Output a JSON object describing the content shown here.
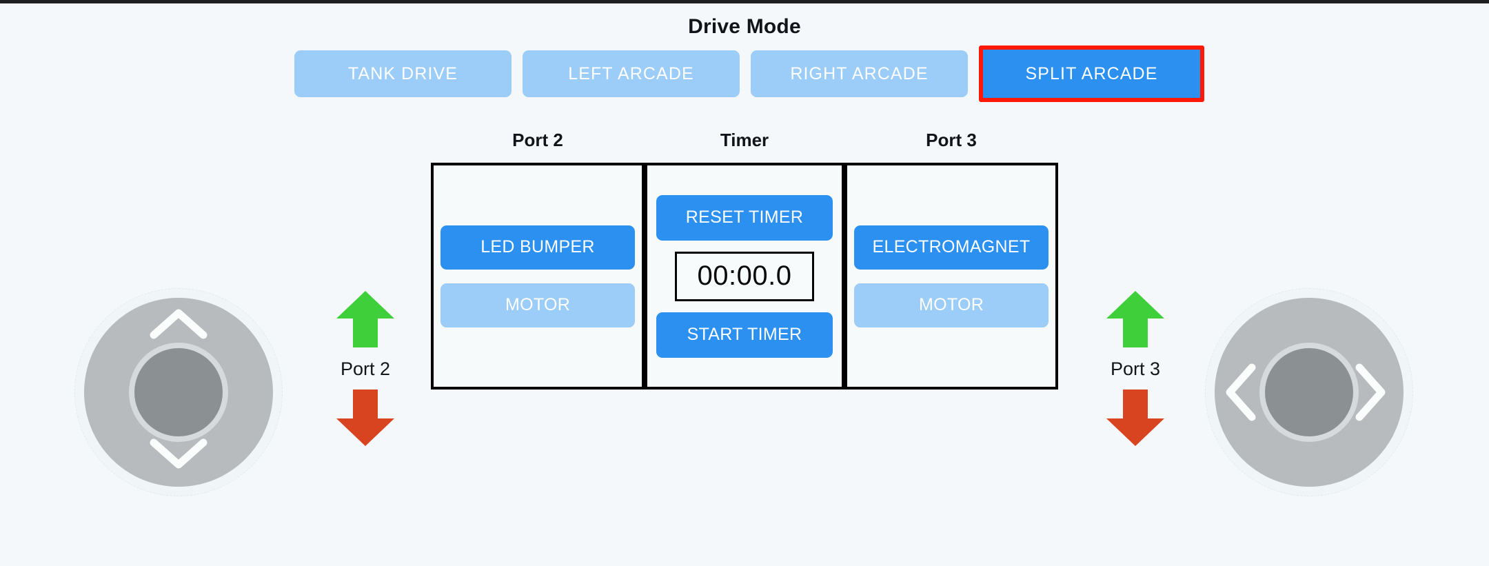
{
  "theme": {
    "background": "#f4f8fa",
    "accent_active": "#2b90ef",
    "accent_inactive": "#9ccdf8",
    "selection_outline": "#fc1a07",
    "arrow_up_color": "#3ecf3a",
    "arrow_down_color": "#d8441f",
    "panel_border": "#000000",
    "text_light": "#ffffff",
    "text_dark": "#111418"
  },
  "drive_mode": {
    "title": "Drive Mode",
    "options": [
      {
        "label": "TANK DRIVE",
        "active": false,
        "selected": false
      },
      {
        "label": "LEFT ARCADE",
        "active": false,
        "selected": false
      },
      {
        "label": "RIGHT ARCADE",
        "active": false,
        "selected": false
      },
      {
        "label": "SPLIT ARCADE",
        "active": true,
        "selected": true
      }
    ],
    "selected_option": "SPLIT ARCADE"
  },
  "panels": {
    "port2": {
      "label": "Port 2",
      "buttons": [
        {
          "label": "LED BUMPER",
          "active": true
        },
        {
          "label": "MOTOR",
          "active": false
        }
      ]
    },
    "timer": {
      "label": "Timer",
      "reset_label": "RESET TIMER",
      "display_value": "00:00.0",
      "start_label": "START TIMER"
    },
    "port3": {
      "label": "Port 3",
      "buttons": [
        {
          "label": "ELECTROMAGNET",
          "active": true
        },
        {
          "label": "MOTOR",
          "active": false
        }
      ]
    }
  },
  "port_controls": {
    "left": {
      "label": "Port 2",
      "up_icon": "arrow-up-icon",
      "down_icon": "arrow-down-icon"
    },
    "right": {
      "label": "Port 3",
      "up_icon": "arrow-up-icon",
      "down_icon": "arrow-down-icon"
    }
  },
  "joysticks": {
    "left": {
      "axis": "vertical",
      "up_icon": "chevron-up-icon",
      "down_icon": "chevron-down-icon"
    },
    "right": {
      "axis": "horizontal",
      "left_icon": "chevron-left-icon",
      "right_icon": "chevron-right-icon"
    }
  }
}
